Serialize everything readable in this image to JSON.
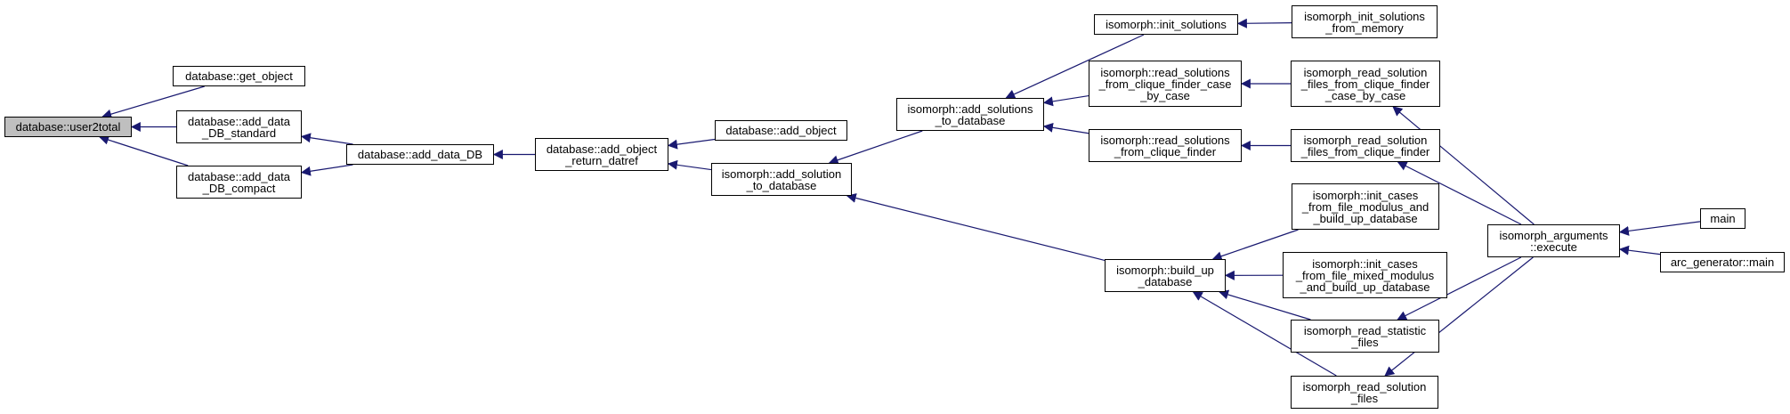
{
  "diagram": {
    "type": "call-graph",
    "focus_node": "user2total",
    "colors": {
      "edge": "#191970",
      "node_border": "#000000",
      "focus_fill": "#bfbfbf",
      "node_fill": "#ffffff"
    },
    "nodes": {
      "user2total": "database::user2total",
      "get_object": "database::get_object",
      "add_data_DB_standard": "database::add_data\n_DB_standard",
      "add_data_DB_compact": "database::add_data\n_DB_compact",
      "add_data_DB": "database::add_data_DB",
      "add_object_return_datref": "database::add_object\n_return_datref",
      "add_object": "database::add_object",
      "add_solution_to_database": "isomorph::add_solution\n_to_database",
      "add_solutions_to_database": "isomorph::add_solutions\n_to_database",
      "build_up_database": "isomorph::build_up\n_database",
      "init_solutions": "isomorph::init_solutions",
      "read_solutions_from_clique_finder_case_by_case": "isomorph::read_solutions\n_from_clique_finder_case\n_by_case",
      "read_solutions_from_clique_finder": "isomorph::read_solutions\n_from_clique_finder",
      "init_solutions_from_memory": "isomorph_init_solutions\n_from_memory",
      "read_solution_files_from_clique_finder_case_by_case": "isomorph_read_solution\n_files_from_clique_finder\n_case_by_case",
      "read_solution_files_from_clique_finder": "isomorph_read_solution\n_files_from_clique_finder",
      "init_cases_from_file_modulus": "isomorph::init_cases\n_from_file_modulus_and\n_build_up_database",
      "init_cases_from_file_mixed_modulus": "isomorph::init_cases\n_from_file_mixed_modulus\n_and_build_up_database",
      "read_statistic_files": "isomorph_read_statistic\n_files",
      "read_solution_files": "isomorph_read_solution\n_files",
      "arguments_execute": "isomorph_arguments\n::execute",
      "main": "main",
      "arc_generator_main": "arc_generator::main"
    },
    "edges": [
      {
        "from": "get_object",
        "to": "user2total"
      },
      {
        "from": "add_data_DB_standard",
        "to": "user2total"
      },
      {
        "from": "add_data_DB_compact",
        "to": "user2total"
      },
      {
        "from": "add_data_DB",
        "to": "add_data_DB_standard"
      },
      {
        "from": "add_data_DB",
        "to": "add_data_DB_compact"
      },
      {
        "from": "add_object_return_datref",
        "to": "add_data_DB"
      },
      {
        "from": "add_object",
        "to": "add_object_return_datref"
      },
      {
        "from": "add_solution_to_database",
        "to": "add_object_return_datref"
      },
      {
        "from": "add_solutions_to_database",
        "to": "add_solution_to_database"
      },
      {
        "from": "build_up_database",
        "to": "add_solution_to_database"
      },
      {
        "from": "init_solutions",
        "to": "add_solutions_to_database"
      },
      {
        "from": "read_solutions_from_clique_finder_case_by_case",
        "to": "add_solutions_to_database"
      },
      {
        "from": "read_solutions_from_clique_finder",
        "to": "add_solutions_to_database"
      },
      {
        "from": "init_solutions_from_memory",
        "to": "init_solutions"
      },
      {
        "from": "read_solution_files_from_clique_finder_case_by_case",
        "to": "read_solutions_from_clique_finder_case_by_case"
      },
      {
        "from": "read_solution_files_from_clique_finder",
        "to": "read_solutions_from_clique_finder"
      },
      {
        "from": "init_cases_from_file_modulus",
        "to": "build_up_database"
      },
      {
        "from": "init_cases_from_file_mixed_modulus",
        "to": "build_up_database"
      },
      {
        "from": "read_statistic_files",
        "to": "build_up_database"
      },
      {
        "from": "read_solution_files",
        "to": "build_up_database"
      },
      {
        "from": "arguments_execute",
        "to": "read_solution_files_from_clique_finder_case_by_case"
      },
      {
        "from": "arguments_execute",
        "to": "read_solution_files_from_clique_finder"
      },
      {
        "from": "arguments_execute",
        "to": "read_statistic_files"
      },
      {
        "from": "arguments_execute",
        "to": "read_solution_files"
      },
      {
        "from": "main",
        "to": "arguments_execute"
      },
      {
        "from": "arc_generator_main",
        "to": "arguments_execute"
      }
    ]
  }
}
